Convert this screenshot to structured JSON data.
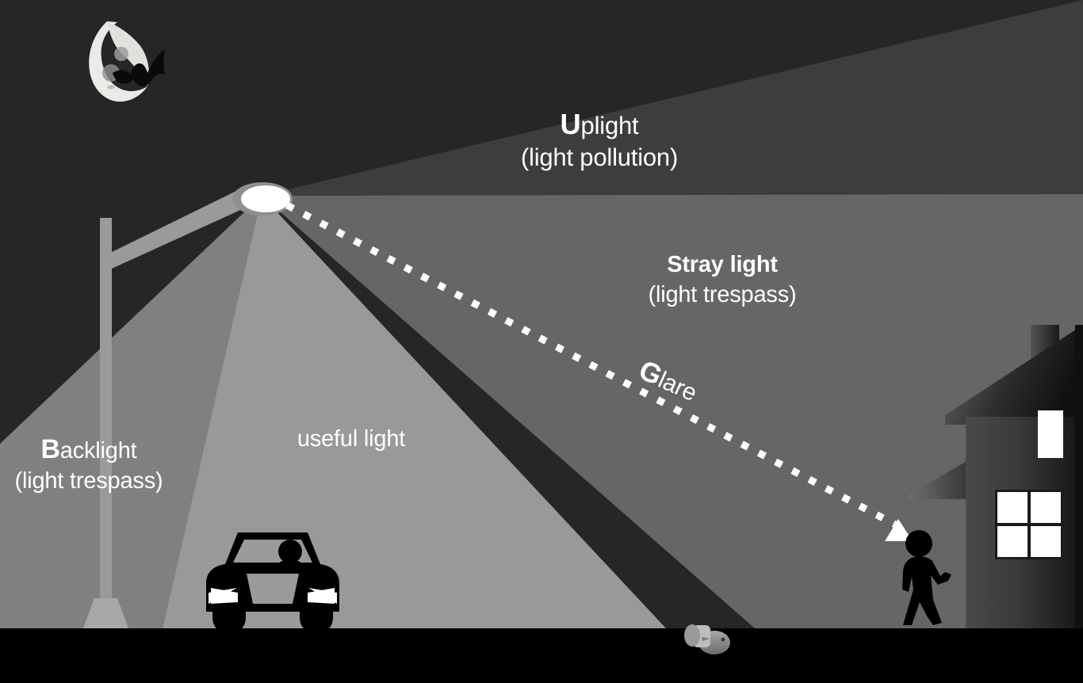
{
  "figure": {
    "title": "Street light pollution diagram",
    "background_color": "#000000"
  },
  "labels": {
    "uplight": {
      "cap": "U",
      "rest": "plight",
      "sub": "(light pollution)"
    },
    "stray": {
      "line1": "Stray light",
      "line2": "(light trespass)"
    },
    "glare": {
      "cap": "G",
      "rest": "lare"
    },
    "backlight": {
      "cap": "B",
      "rest": "acklight",
      "sub": "(light trespass)"
    },
    "useful": {
      "text": "useful light"
    }
  },
  "colors": {
    "sky": "#262626",
    "uplight_beam": "#3d3d3d",
    "stray_beam": "#666666",
    "useful_beam": "#999999",
    "backlight_beam": "#808080",
    "ground": "#000000",
    "lamp_glow": "#ffffff",
    "lamp_rim": "#8c8c8c",
    "pole": "#999999",
    "house_wall_dark": "#1f1f1f",
    "house_wall_light": "#4d4d4d",
    "window_light": "#ffffff",
    "figure_silhouette": "#000000",
    "moon": "#e8e8e6",
    "glare_dots": "#ffffff"
  },
  "objects": {
    "moon": "crescent-moon",
    "bat": "bat",
    "lamp": "street-lamp",
    "car": "car-front-view",
    "driver": "driver-silhouette",
    "house": "house",
    "pedestrian": "pedestrian-silhouette",
    "animal": "small-animal",
    "glare_arrow": "arrow-triangle"
  }
}
